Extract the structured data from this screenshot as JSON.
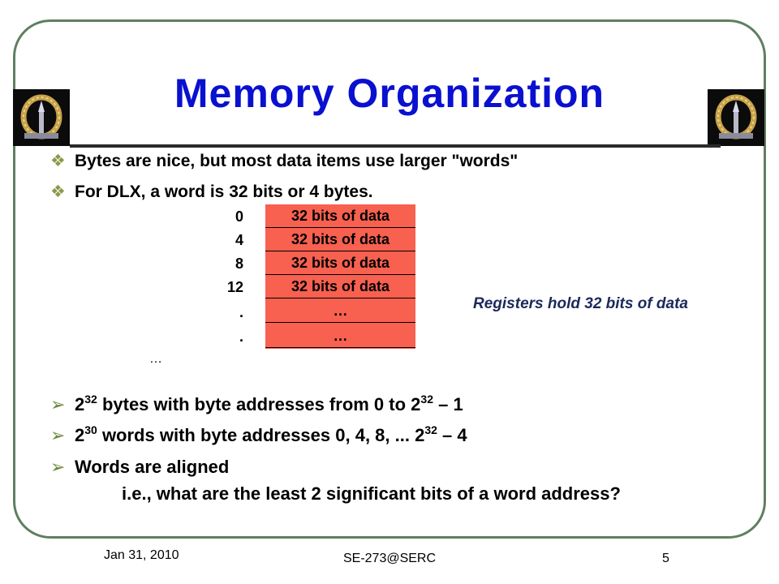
{
  "slide": {
    "title": "Memory Organization",
    "bullets_top": [
      "Bytes are nice, but most data items use larger \"words\"",
      "For DLX, a word is 32 bits or 4 bytes."
    ],
    "memory_table": {
      "addresses": [
        "0",
        "4",
        "8",
        "12",
        ".",
        "."
      ],
      "cells": [
        "32 bits of data",
        "32 bits of data",
        "32 bits of data",
        "32 bits of data",
        "…",
        "…"
      ],
      "trailing_ellipsis": "…"
    },
    "register_note": "Registers hold 32 bits of data",
    "bullets_bottom": {
      "b3": {
        "pre": "2",
        "sup1": "32",
        "mid": " bytes with byte addresses from 0 to 2",
        "sup2": "32",
        "post": " – 1"
      },
      "b4": {
        "pre": "2",
        "sup1": "30",
        "mid": " words with byte addresses 0, 4, 8, ... 2",
        "sup2": "32",
        "post": " – 4"
      },
      "b5": "Words are aligned",
      "b5_sub": "i.e., what are the least 2 significant bits of a word address?"
    },
    "footer": {
      "date": "Jan 31, 2010",
      "center": "SE-273@SERC",
      "page": "5"
    },
    "colors": {
      "title": "#0a10d0",
      "cell_fill": "#f86050",
      "frame": "#5f7f5f"
    },
    "icons": {
      "bullet_top": "diamond-bullet-icon",
      "bullet_bottom": "arrow-bullet-icon",
      "logo": "emblem-logo-icon"
    }
  }
}
